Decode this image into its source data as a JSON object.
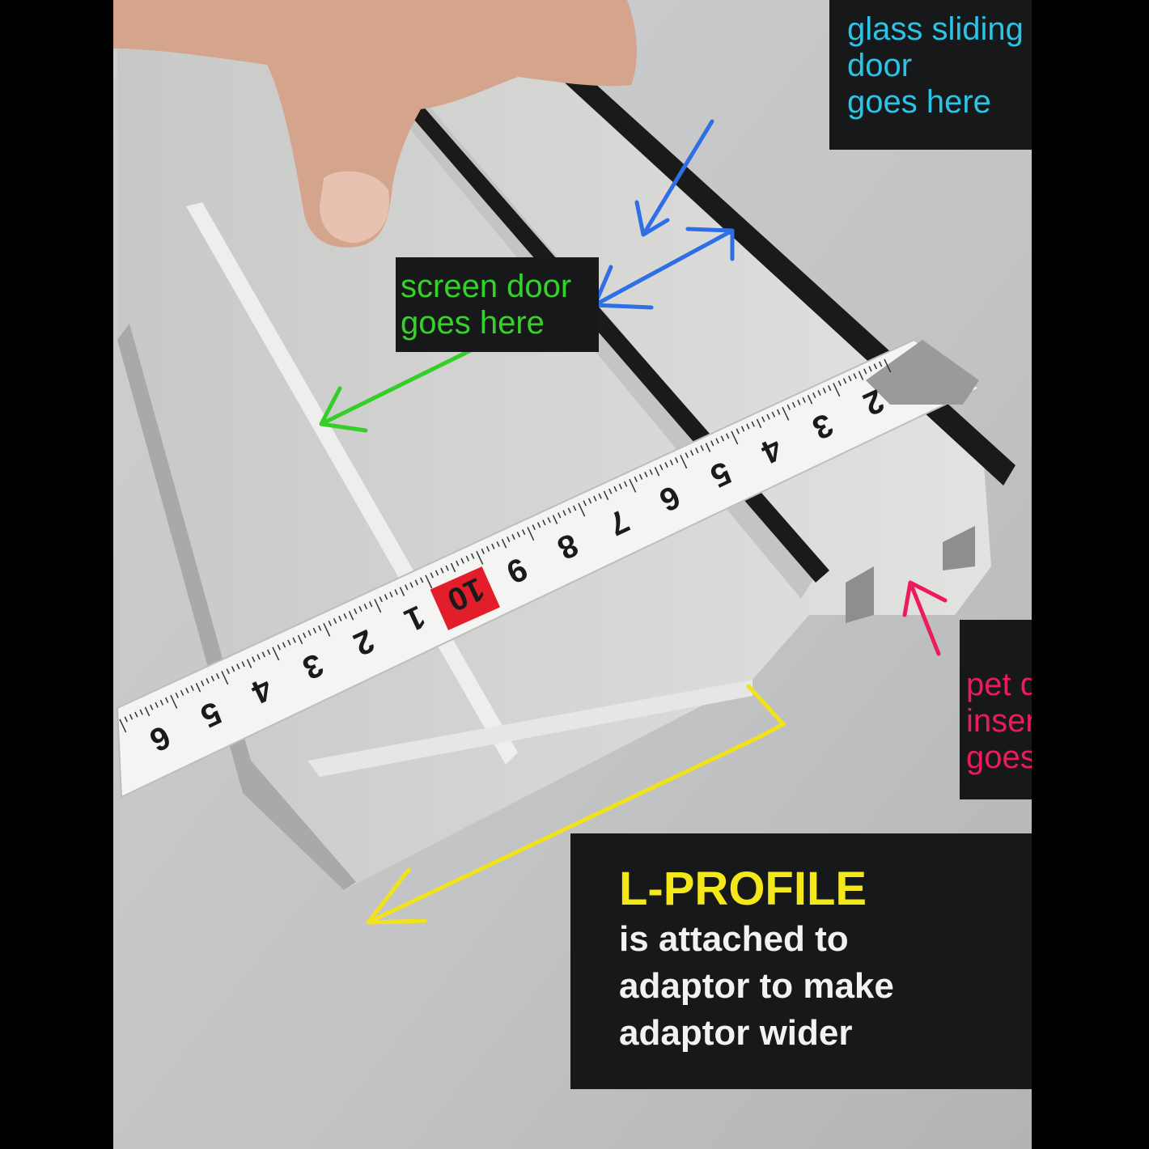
{
  "labels": {
    "glass": {
      "lines": [
        "glass sliding",
        "door",
        "goes here"
      ],
      "color": "#29c4e6"
    },
    "screen": {
      "lines": [
        "screen door",
        "goes here"
      ],
      "color": "#35d22a"
    },
    "pet": {
      "lines": [
        "pet door",
        "insert",
        "goes here"
      ],
      "color": "#ee1b5a"
    },
    "lprofile": {
      "title": "L-PROFILE",
      "lines": [
        "is attached to",
        "adaptor to make",
        "adaptor wider"
      ],
      "title_color": "#f5e81a"
    }
  },
  "tape": {
    "numbers": [
      "6",
      "5",
      "4",
      "3",
      "2",
      "1",
      "10",
      "9",
      "8",
      "7",
      "6",
      "5",
      "4",
      "3",
      "2"
    ]
  },
  "colors": {
    "background": "#000000",
    "floor": "#c9cacc",
    "profile": "#d9d9d7",
    "brush": "#1a1a1a",
    "tape": "#f4f4f2"
  }
}
